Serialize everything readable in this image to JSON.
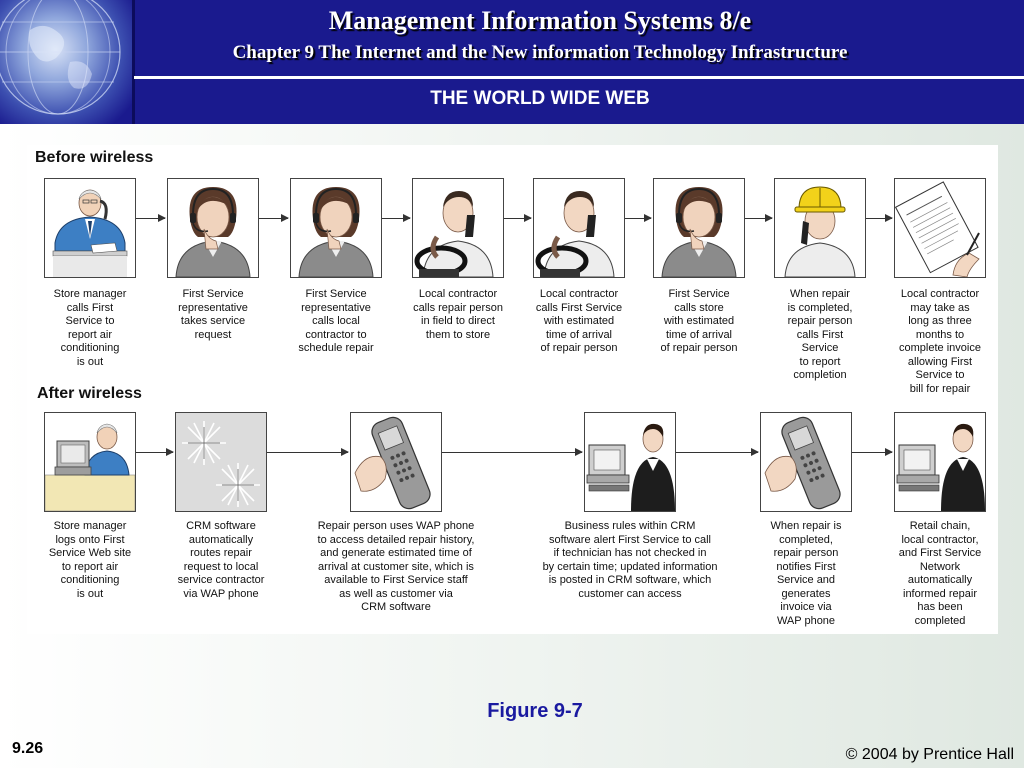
{
  "header": {
    "title": "Management Information Systems 8/e",
    "subtitle": "Chapter 9 The Internet and the New information Technology Infrastructure",
    "section": "THE WORLD WIDE WEB"
  },
  "figure": {
    "before": {
      "heading": "Before wireless",
      "steps": [
        {
          "icon": "store-manager-phone-icon",
          "caption": "Store manager\ncalls First\nService to\nreport air\nconditioning\nis out"
        },
        {
          "icon": "service-representative-headset-icon",
          "caption": "First Service\nrepresentative\ntakes service\nrequest"
        },
        {
          "icon": "service-representative-headset-icon",
          "caption": "First Service\nrepresentative\ncalls local\ncontractor to\nschedule repair"
        },
        {
          "icon": "contractor-phone-icon",
          "caption": "Local contractor\ncalls repair person\nin field to direct\nthem to store"
        },
        {
          "icon": "contractor-phone-icon",
          "caption": "Local contractor\ncalls First Service\nwith estimated\ntime of arrival\nof repair person"
        },
        {
          "icon": "service-representative-headset-icon",
          "caption": "First Service\ncalls store\nwith estimated\ntime of arrival\nof repair person"
        },
        {
          "icon": "repair-person-hardhat-icon",
          "caption": "When repair\nis completed,\nrepair person\ncalls First\nService\nto report\ncompletion"
        },
        {
          "icon": "invoice-document-icon",
          "caption": "Local contractor\nmay take as\nlong as three\nmonths to\ncomplete invoice\nallowing First\nService to\nbill for repair"
        }
      ]
    },
    "after": {
      "heading": "After wireless",
      "steps": [
        {
          "icon": "store-manager-computer-icon",
          "caption": "Store manager\nlogs onto First\nService Web site\nto report air\nconditioning\nis out"
        },
        {
          "icon": "wireless-signal-icon",
          "caption": "CRM software\nautomatically\nroutes repair\nrequest to local\nservice contractor\nvia WAP phone"
        },
        {
          "icon": "wap-phone-icon",
          "caption": "Repair person uses WAP phone\nto access detailed repair history,\nand generate estimated time of\narrival at customer site, which is\navailable to First Service staff\nas well as customer via\nCRM software"
        },
        {
          "icon": "computer-user-icon",
          "caption": "Business rules within CRM\nsoftware alert First Service to call\nif technician has not checked in\nby certain time; updated information\nis posted in CRM software, which\ncustomer can access"
        },
        {
          "icon": "wap-phone-icon",
          "caption": "When repair is\ncompleted,\nrepair person\nnotifies First\nService and\ngenerates\ninvoice via\nWAP phone"
        },
        {
          "icon": "computer-user-icon",
          "caption": "Retail chain,\nlocal contractor,\nand First Service\nNetwork\nautomatically\ninformed repair\nhas been\ncompleted"
        }
      ]
    }
  },
  "footer": {
    "figure_label": "Figure 9-7",
    "slide_number": "9.26",
    "copyright": "© 2004 by Prentice Hall"
  },
  "colors": {
    "header_bg": "#1a1a8e",
    "figure_label": "#1a1aa0",
    "hardhat": "#f2d21a"
  }
}
